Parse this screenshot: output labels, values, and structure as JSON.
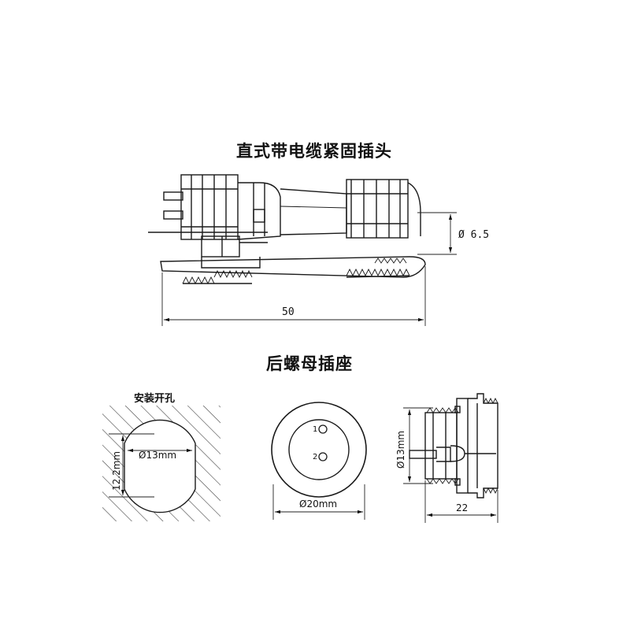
{
  "titles": {
    "plug": "直式带电缆紧固插头",
    "socket": "后螺母插座",
    "hole": "安装开孔"
  },
  "dimensions": {
    "plug_cable_dia": "Ø 6.5",
    "plug_length": "50",
    "hole_dia": "Ø13mm",
    "hole_flat": "12.2mm",
    "face_dia": "Ø20mm",
    "side_dia": "Ø13mm",
    "side_length": "22"
  },
  "pins": [
    "1",
    "2"
  ]
}
